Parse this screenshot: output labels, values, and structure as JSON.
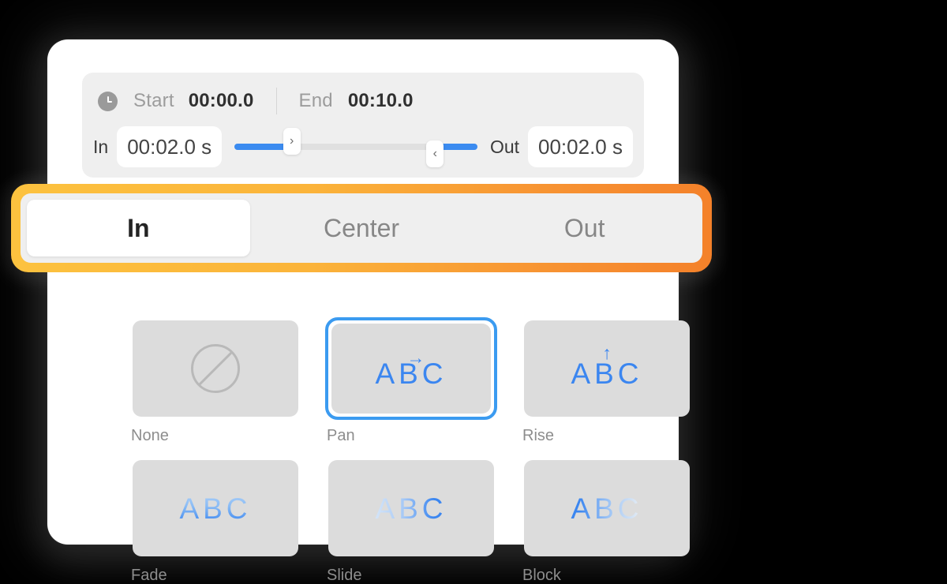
{
  "timing": {
    "clock_icon": "clock-icon",
    "start_label": "Start",
    "start_value": "00:00.0",
    "end_label": "End",
    "end_value": "00:10.0",
    "in_label": "In",
    "in_value": "00:02.0 s",
    "out_label": "Out",
    "out_value": "00:02.0 s",
    "handle_in_icon": "›",
    "handle_out_icon": "‹"
  },
  "segmented_control": {
    "highlight_color": "#FBB43A",
    "selected": "In",
    "items": [
      {
        "label": "In",
        "active": true
      },
      {
        "label": "Center",
        "active": false
      },
      {
        "label": "Out",
        "active": false
      }
    ]
  },
  "effects": {
    "accent_color": "#3B86F0",
    "selected": "Pan",
    "items": [
      {
        "label": "None",
        "glyph": "",
        "arrow": "",
        "selected": false
      },
      {
        "label": "Pan",
        "glyph": "ABC",
        "arrow": "→",
        "selected": true
      },
      {
        "label": "Rise",
        "glyph": "ABC",
        "arrow": "↑",
        "selected": false
      },
      {
        "label": "Fade",
        "glyph": "ABC",
        "arrow": "",
        "selected": false
      },
      {
        "label": "Slide",
        "glyph": "ABC",
        "arrow": "",
        "selected": false
      },
      {
        "label": "Block",
        "glyph": "ABC",
        "arrow": "",
        "selected": false
      }
    ]
  }
}
